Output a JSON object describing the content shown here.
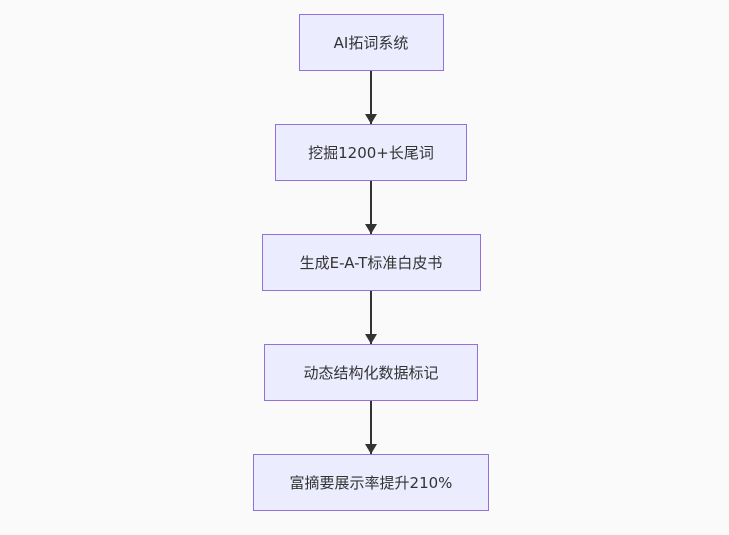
{
  "diagram": {
    "type": "flowchart",
    "direction": "top-down",
    "colors": {
      "background": "#fafafa",
      "node_fill": "#ECECFF",
      "node_border": "#9370DB",
      "arrow_color": "#333333",
      "text_color": "#333333"
    },
    "nodes": [
      {
        "id": "step-1",
        "label": "AI拓词系统"
      },
      {
        "id": "step-2",
        "label": "挖掘1200+长尾词"
      },
      {
        "id": "step-3",
        "label": "生成E-A-T标准白皮书"
      },
      {
        "id": "step-4",
        "label": "动态结构化数据标记"
      },
      {
        "id": "step-5",
        "label": "富摘要展示率提升210%"
      }
    ],
    "edges": [
      {
        "from": "step-1",
        "to": "step-2"
      },
      {
        "from": "step-2",
        "to": "step-3"
      },
      {
        "from": "step-3",
        "to": "step-4"
      },
      {
        "from": "step-4",
        "to": "step-5"
      }
    ]
  }
}
